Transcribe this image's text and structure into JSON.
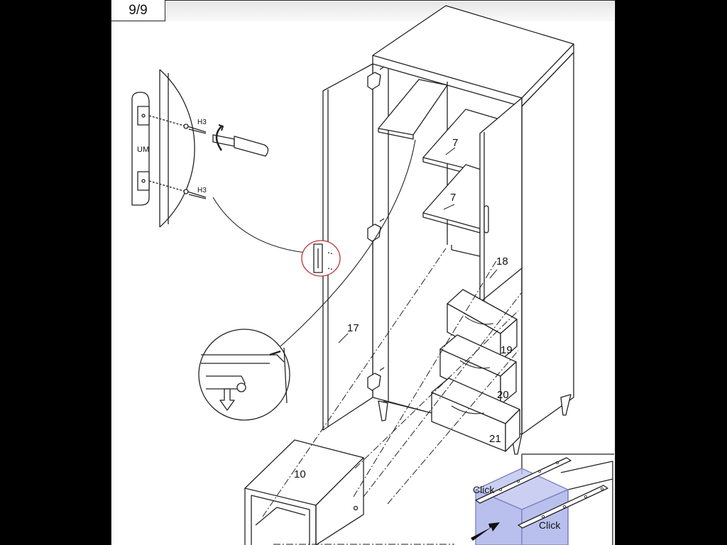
{
  "page_indicator": "9/9",
  "detail_left": {
    "hardware_label": "UM",
    "screw_labels": [
      "H3",
      "H3"
    ]
  },
  "part_numbers": {
    "shelf_upper": "7",
    "shelf_lower": "7",
    "right_door": "18",
    "left_door": "17",
    "drawer_top": "19",
    "drawer_middle": "20",
    "drawer_bottom": "21",
    "base_unit": "10"
  },
  "drawer_runner_inset": {
    "click_labels": [
      "Click",
      "Click"
    ],
    "highlight_color": "#b9c0ee",
    "arrow_color": "#111111"
  }
}
